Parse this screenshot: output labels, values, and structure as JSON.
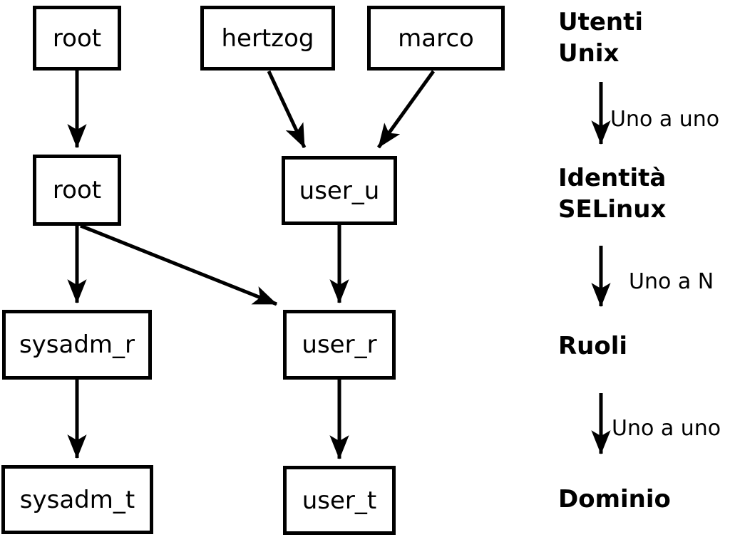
{
  "nodes": {
    "unix_root": "root",
    "unix_hertzog": "hertzog",
    "unix_marco": "marco",
    "selinux_root": "root",
    "selinux_user_u": "user_u",
    "role_sysadm_r": "sysadm_r",
    "role_user_r": "user_r",
    "domain_sysadm_t": "sysadm_t",
    "domain_user_t": "user_t"
  },
  "legend": {
    "levels": [
      {
        "label": "Utenti\nUnix"
      },
      {
        "label": "Identità\nSELinux"
      },
      {
        "label": "Ruoli"
      },
      {
        "label": "Dominio"
      }
    ],
    "relations": [
      {
        "label": "Uno a uno"
      },
      {
        "label": "Uno a N"
      },
      {
        "label": "Uno a uno"
      }
    ]
  },
  "colors": {
    "foreground": "#000000",
    "background": "#ffffff"
  }
}
